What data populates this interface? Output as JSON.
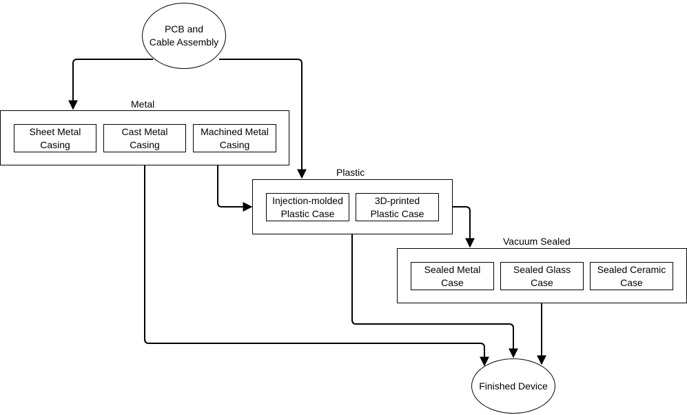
{
  "nodes": {
    "start": "PCB and\nCable Assembly",
    "end": "Finished Device"
  },
  "groups": {
    "metal": {
      "label": "Metal",
      "items": [
        "Sheet Metal\nCasing",
        "Cast Metal\nCasing",
        "Machined Metal\nCasing"
      ]
    },
    "plastic": {
      "label": "Plastic",
      "items": [
        "Injection-molded\nPlastic Case",
        "3D-printed\nPlastic Case"
      ]
    },
    "vacuum": {
      "label": "Vacuum Sealed",
      "items": [
        "Sealed Metal\nCase",
        "Sealed Glass\nCase",
        "Sealed Ceramic\nCase"
      ]
    }
  },
  "colors": {
    "stroke": "#000000",
    "fill": "#ffffff"
  }
}
